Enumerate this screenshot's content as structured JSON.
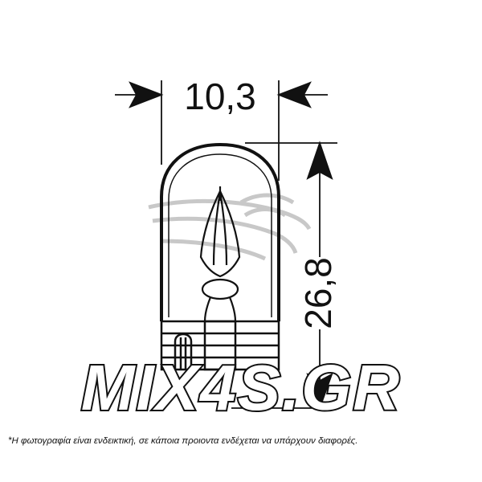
{
  "dimensions": {
    "width_label": "10,3",
    "height_label": "26,8"
  },
  "watermark": {
    "text": "MIX4S.GR"
  },
  "disclaimer": "*Η φωτογραφία είναι ενδεικτική, σε κάποια προιοντα ενδέχεται να υπάρχουν διαφορές."
}
